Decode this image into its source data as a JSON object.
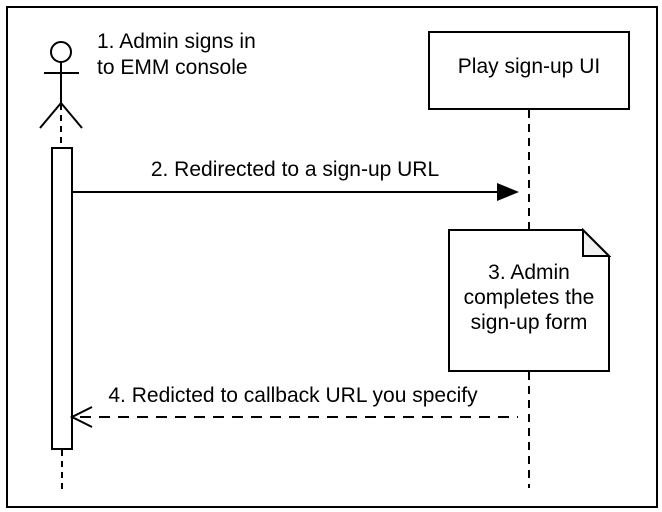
{
  "diagram": {
    "type": "sequence-diagram",
    "colors": {
      "background": "#ffffff",
      "stroke": "#000000",
      "note_fold_fill": "#f2f2f2"
    },
    "actor": {
      "icon": "stick-figure-actor-icon",
      "label_line1": "1. Admin signs in",
      "label_line2": "to EMM console"
    },
    "participant": {
      "label": "Play sign-up UI"
    },
    "messages": {
      "msg2": {
        "label": "2. Redirected to a sign-up URL",
        "style": "solid",
        "arrowhead": "filled",
        "direction": "left-to-right"
      },
      "msg4": {
        "label": "4. Redicted to callback URL you specify",
        "style": "dashed",
        "arrowhead": "open",
        "direction": "right-to-left"
      }
    },
    "note": {
      "shape": "note-with-folded-corner",
      "line1": "3. Admin",
      "line2": "completes the",
      "line3": "sign-up form"
    }
  }
}
